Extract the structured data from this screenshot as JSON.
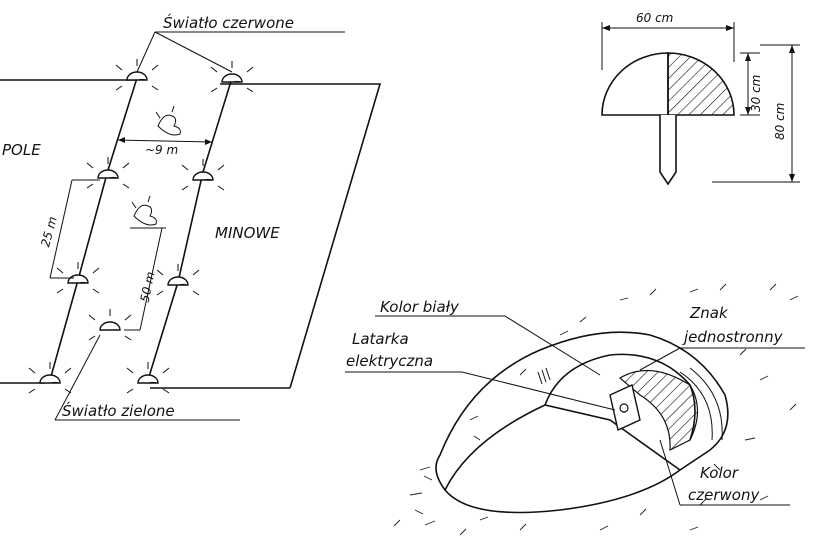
{
  "labels": {
    "red_light": "Światło czerwone",
    "green_light": "Światło zielone",
    "field_left": "POLE",
    "field_right": "MINOWE",
    "white_color": "Kolor biały",
    "flashlight_line1": "Latarka",
    "flashlight_line2": "elektryczna",
    "one_sided_sign_line1": "Znak",
    "one_sided_sign_line2": "jednostronny",
    "red_color_line1": "Kolor",
    "red_color_line2": "czerwony"
  },
  "dimensions": {
    "spacing_between_rows": "~9 m",
    "left_row_spacing": "25 m",
    "right_row_spacing": "50 m",
    "marker_width": "60 cm",
    "marker_dome_height": "30 cm",
    "marker_total_height": "80 cm"
  },
  "colors": {
    "ink": "#111111",
    "paper": "#ffffff"
  }
}
